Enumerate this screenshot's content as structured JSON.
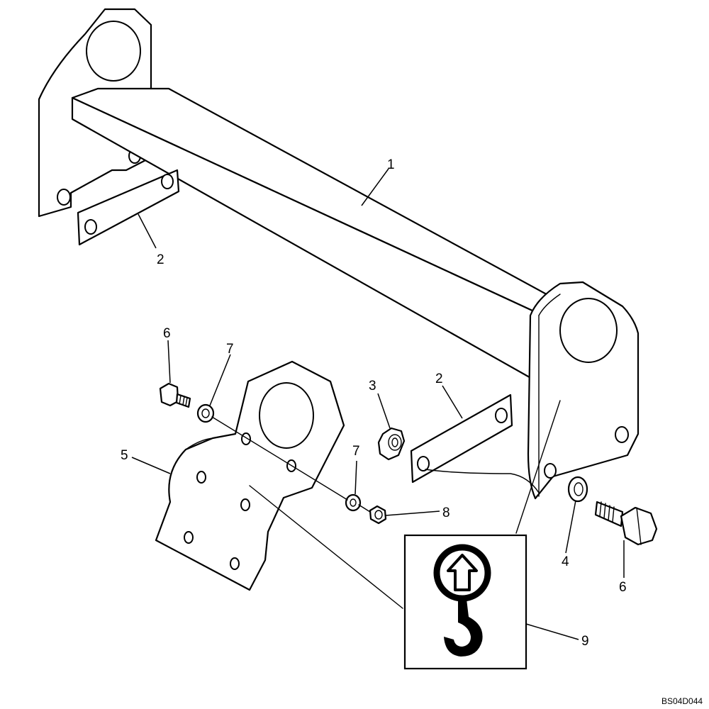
{
  "callouts": {
    "c1": "1",
    "c2a": "2",
    "c2b": "2",
    "c3": "3",
    "c4": "4",
    "c5": "5",
    "c6a": "6",
    "c6b": "6",
    "c7a": "7",
    "c7b": "7",
    "c8": "8",
    "c9": "9"
  },
  "reference_code": "BS04D044",
  "decal": {
    "icons": [
      "up-arrow-icon",
      "lifting-hook-icon"
    ]
  }
}
